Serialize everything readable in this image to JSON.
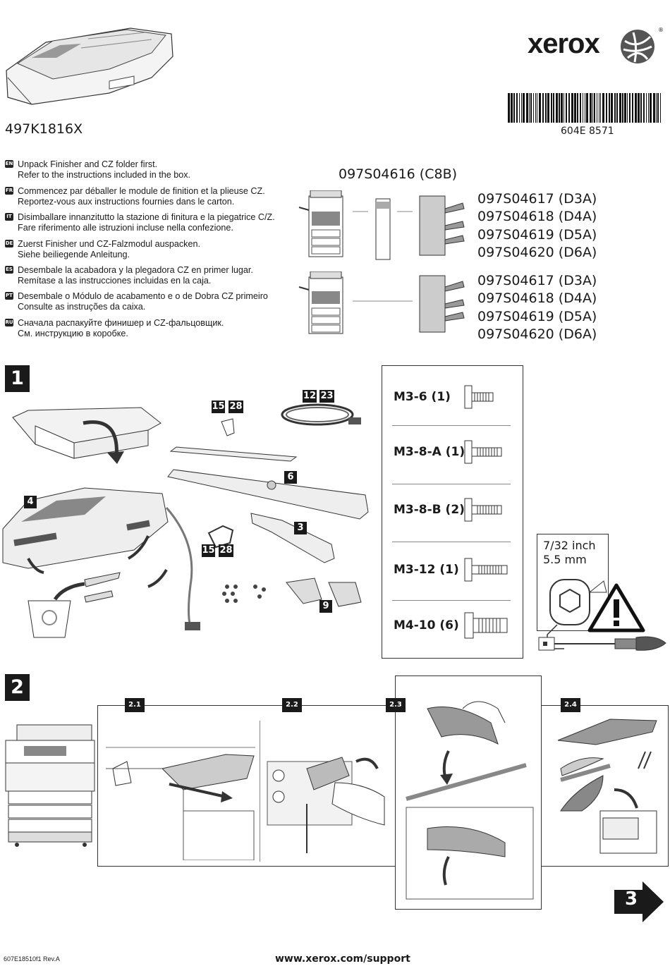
{
  "header": {
    "brand": "xerox",
    "registered": "®",
    "kit_number": "497K1816X",
    "barcode_number": "604E 8571"
  },
  "instructions": [
    {
      "lang": "EN",
      "line1": "Unpack Finisher and CZ folder first.",
      "line2": "Refer to the instructions included in the box."
    },
    {
      "lang": "FR",
      "line1": "Commencez par déballer le module de finition et la plieuse CZ.",
      "line2": "Reportez-vous aux instructions fournies dans le carton."
    },
    {
      "lang": "IT",
      "line1": "Disimballare innanzitutto la stazione di finitura e la piegatrice C/Z.",
      "line2": "Fare riferimento alle istruzioni incluse nella confezione."
    },
    {
      "lang": "DE",
      "line1": "Zuerst Finisher und CZ-Falzmodul auspacken.",
      "line2": "Siehe beiliegende Anleitung."
    },
    {
      "lang": "ES",
      "line1": "Desembale la acabadora y la plegadora CZ en primer lugar.",
      "line2": "Remítase a las instrucciones incluidas en la caja."
    },
    {
      "lang": "PT",
      "line1": "Desembale o Módulo de acabamento e o de Dobra CZ primeiro",
      "line2": "Consulte as instruções da caixa."
    },
    {
      "lang": "RU",
      "line1": "Сначала распакуйте финишер и CZ-фальцовщик.",
      "line2": "См. инструкцию в коробке."
    }
  ],
  "configs": {
    "cz_folder": "097S04616 (C8B)",
    "group1": [
      "097S04617 (D3A)",
      "097S04618 (D4A)",
      "097S04619 (D5A)",
      "097S04620 (D6A)"
    ],
    "group2": [
      "097S04617 (D3A)",
      "097S04618 (D4A)",
      "097S04619 (D5A)",
      "097S04620 (D6A)"
    ]
  },
  "step1": {
    "number": "1",
    "callouts": {
      "c4": "4",
      "c15a": "15",
      "c28a": "28",
      "c12": "12",
      "c23": "23",
      "c6": "6",
      "c3": "3",
      "c15b": "15",
      "c28b": "28",
      "c9": "9"
    },
    "screws": [
      "M3-6 (1)",
      "M3-8-A (1)",
      "M3-8-B (2)",
      "M3-12 (1)",
      "M4-10 (6)"
    ],
    "tool": {
      "line1": "7/32 inch",
      "line2": "5.5 mm"
    }
  },
  "step2": {
    "number": "2",
    "substeps": [
      "2.1",
      "2.2",
      "2.3",
      "2.4"
    ]
  },
  "next_step": "3",
  "footer": {
    "doc_code": "607E18510f1 Rev.A",
    "url": "www.xerox.com/support"
  }
}
